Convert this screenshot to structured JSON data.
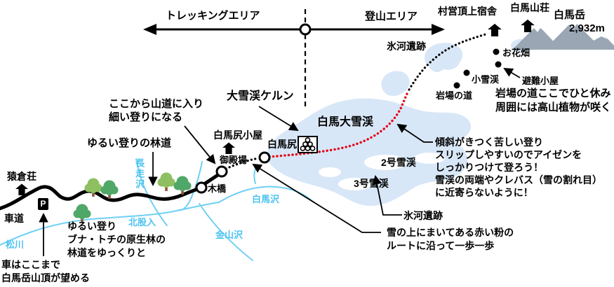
{
  "colors": {
    "snow_field": "#d8e7f7",
    "river": "#5ec9f2",
    "trail_red": "#e60012",
    "trail_black": "#000000",
    "tree_light": "#8ec061",
    "tree_dark": "#4fa768",
    "mountain_gray": "#9aa6b4"
  },
  "axis": {
    "left_area": "トレッキングエリア",
    "right_area": "登山エリア"
  },
  "summit": {
    "village_lodge": "村営頂上宿舎",
    "hakuba_lodge": "白馬山荘",
    "peak_name": "白馬岳",
    "elevation": "2,932m"
  },
  "points": {
    "glacier_ruins_top": "氷河遺跡",
    "flower_field": "お花畑",
    "shelter_hut": "避難小屋",
    "small_snow_valley": "小雪渓",
    "rocky_trail": "岩場の道",
    "kerun": "大雪渓ケルン",
    "great_snow_valley": "白馬大雪渓",
    "snow_valley_2": "2号雪渓",
    "snow_valley_3": "3号雪渓",
    "glacier_ruins_bottom": "氷河遺跡",
    "hakubajiri_hut": "白馬尻小屋",
    "hakubajiri": "白馬尻",
    "gotenba": "御殿場",
    "wooden_bridge": "木橋",
    "sarukura_lodge": "猿倉荘",
    "car_road": "車道",
    "parking": "P"
  },
  "rivers": {
    "matsukawa": "松川",
    "nagahashirisawa": "長走沢",
    "kitamatairi": "北股入",
    "kanayamasawa": "金山沢",
    "hakubasawa": "白馬沢"
  },
  "notes": {
    "trail_entry": "ここから山道に入り\n細い登りになる",
    "forest_road": "ゆるい登りの林道",
    "gentle_climb": "ゆるい登り\nブナ・トチの原生林の\n林道をゆっくりと",
    "car_limit": "車はここまで\n白馬岳山頂が望める",
    "rocky_rest": "岩場の道ここでひと休み\n周囲には高山植物が咲く",
    "steep_warning": "傾斜がきつく苦しい登り\nスリップしやすいのでアイゼンを\nしっかりつけて登ろう！\n雪渓の両端やクレバス（雪の割れ目）\nに近寄らないように！",
    "snow_route": "雪の上にまいてある赤い粉の\nルートに沿って一歩一歩"
  }
}
